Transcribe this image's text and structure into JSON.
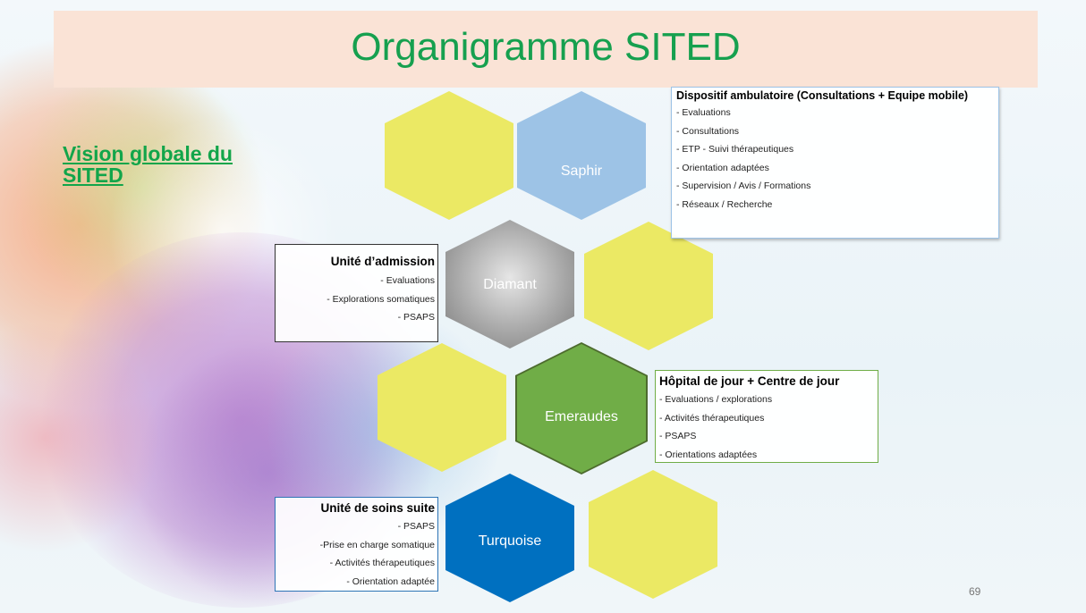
{
  "title": "Organigramme SITED",
  "vision": {
    "line1": "Vision globale du",
    "line2": "SITED"
  },
  "hexagons": [
    {
      "label": "Saphir",
      "color": "#9dc3e6"
    },
    {
      "label": "Diamant",
      "color": "#9e9e9e"
    },
    {
      "label": "Emeraudes",
      "color": "#70ad47"
    },
    {
      "label": "Turquoise",
      "color": "#0070c0"
    }
  ],
  "filler_hex_color": "#ebe964",
  "boxes": {
    "ambulatoire": {
      "heading": "Dispositif ambulatoire (Consultations + Equipe mobile)",
      "items": [
        "- Evaluations",
        "- Consultations",
        "- ETP - Suivi thérapeutiques",
        "- Orientation adaptées",
        "- Supervision / Avis / Formations",
        "- Réseaux / Recherche"
      ]
    },
    "admission": {
      "heading": "Unité d’admission",
      "items": [
        "- Evaluations",
        "- Explorations somatiques",
        "- PSAPS"
      ]
    },
    "hopital": {
      "heading": "Hôpital de jour + Centre de jour",
      "items": [
        "- Evaluations / explorations",
        "- Activités thérapeutiques",
        "- PSAPS",
        "- Orientations adaptées"
      ]
    },
    "soins": {
      "heading": "Unité de soins suite",
      "items": [
        "- PSAPS",
        "-Prise en charge somatique",
        "- Activités thérapeutiques",
        "- Orientation adaptée"
      ]
    }
  },
  "page_number": "69"
}
